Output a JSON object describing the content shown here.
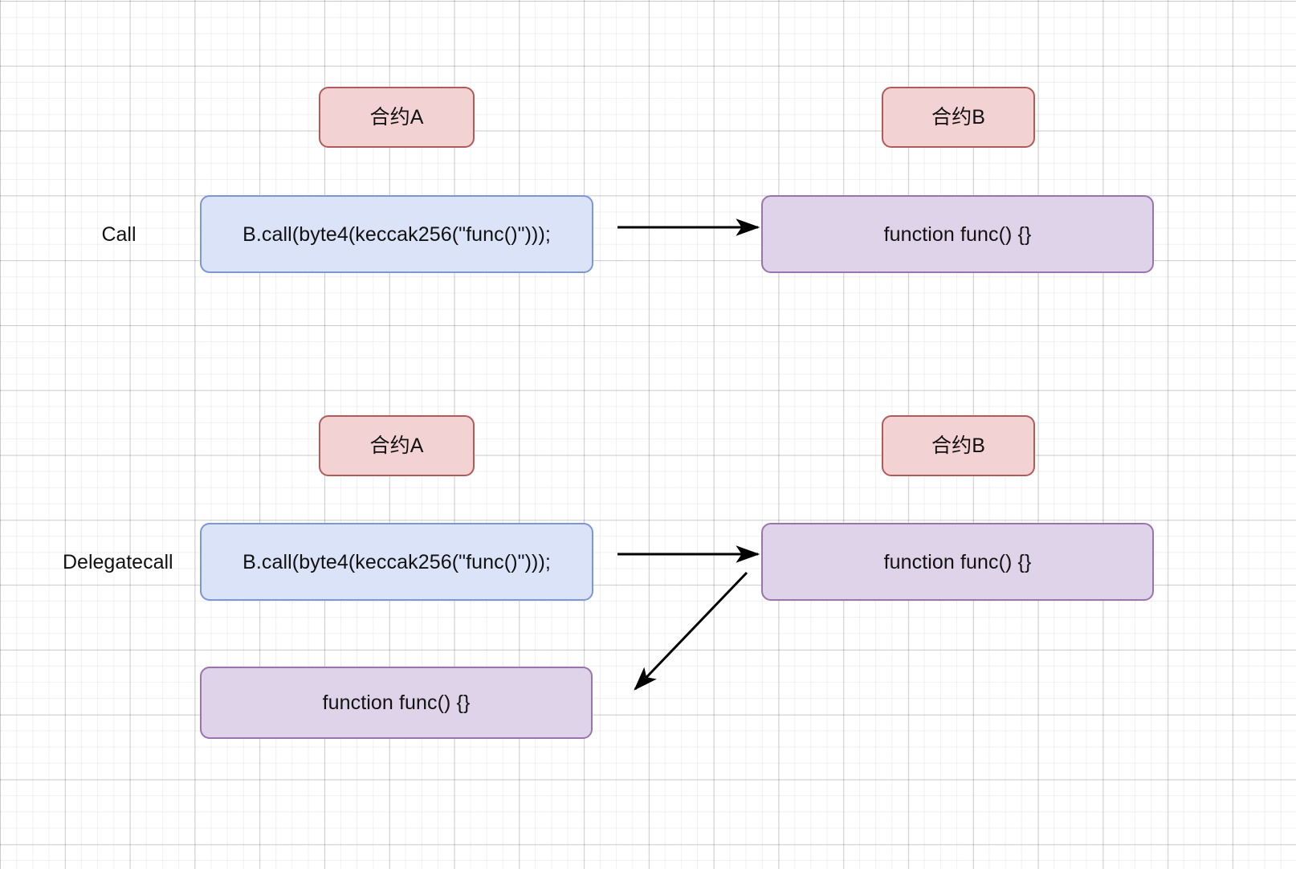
{
  "diagram": {
    "title_alt": "Call vs Delegatecall",
    "background": "#ffffff",
    "grid": {
      "minor": "20px",
      "major": "80px",
      "minor_color": "#f0f0f0",
      "major_color": "#d8d8d8"
    },
    "colors": {
      "contract_fill": "#f2d2d2",
      "contract_border": "#b05a5a",
      "code_fill": "#dae3f7",
      "code_border": "#7d98d0",
      "function_fill": "#ded3e8",
      "function_border": "#9a74ae",
      "arrow": "#000000",
      "text": "#111111"
    },
    "sections": [
      {
        "key": "call",
        "label": "Call",
        "contract_a": "合约A",
        "contract_b": "合约B",
        "code": "B.call(byte4(keccak256(\"func()\")));",
        "remote_function": "function func() {}",
        "arrows": [
          {
            "name": "call-arrow",
            "from": "code-box-call",
            "to": "function-box-b-call",
            "direction": "right"
          }
        ]
      },
      {
        "key": "delegatecall",
        "label": "Delegatecall",
        "contract_a": "合约A",
        "contract_b": "合约B",
        "code": "B.call(byte4(keccak256(\"func()\")));",
        "remote_function": "function func() {}",
        "local_function": "function func() {}",
        "arrows": [
          {
            "name": "delegatecall-arrow",
            "from": "code-box-delegatecall",
            "to": "function-box-b-delegatecall",
            "direction": "right"
          },
          {
            "name": "delegatecall-context-arrow",
            "from": "function-box-b-delegatecall",
            "to": "function-box-a-delegatecall",
            "direction": "down-left"
          }
        ]
      }
    ]
  }
}
